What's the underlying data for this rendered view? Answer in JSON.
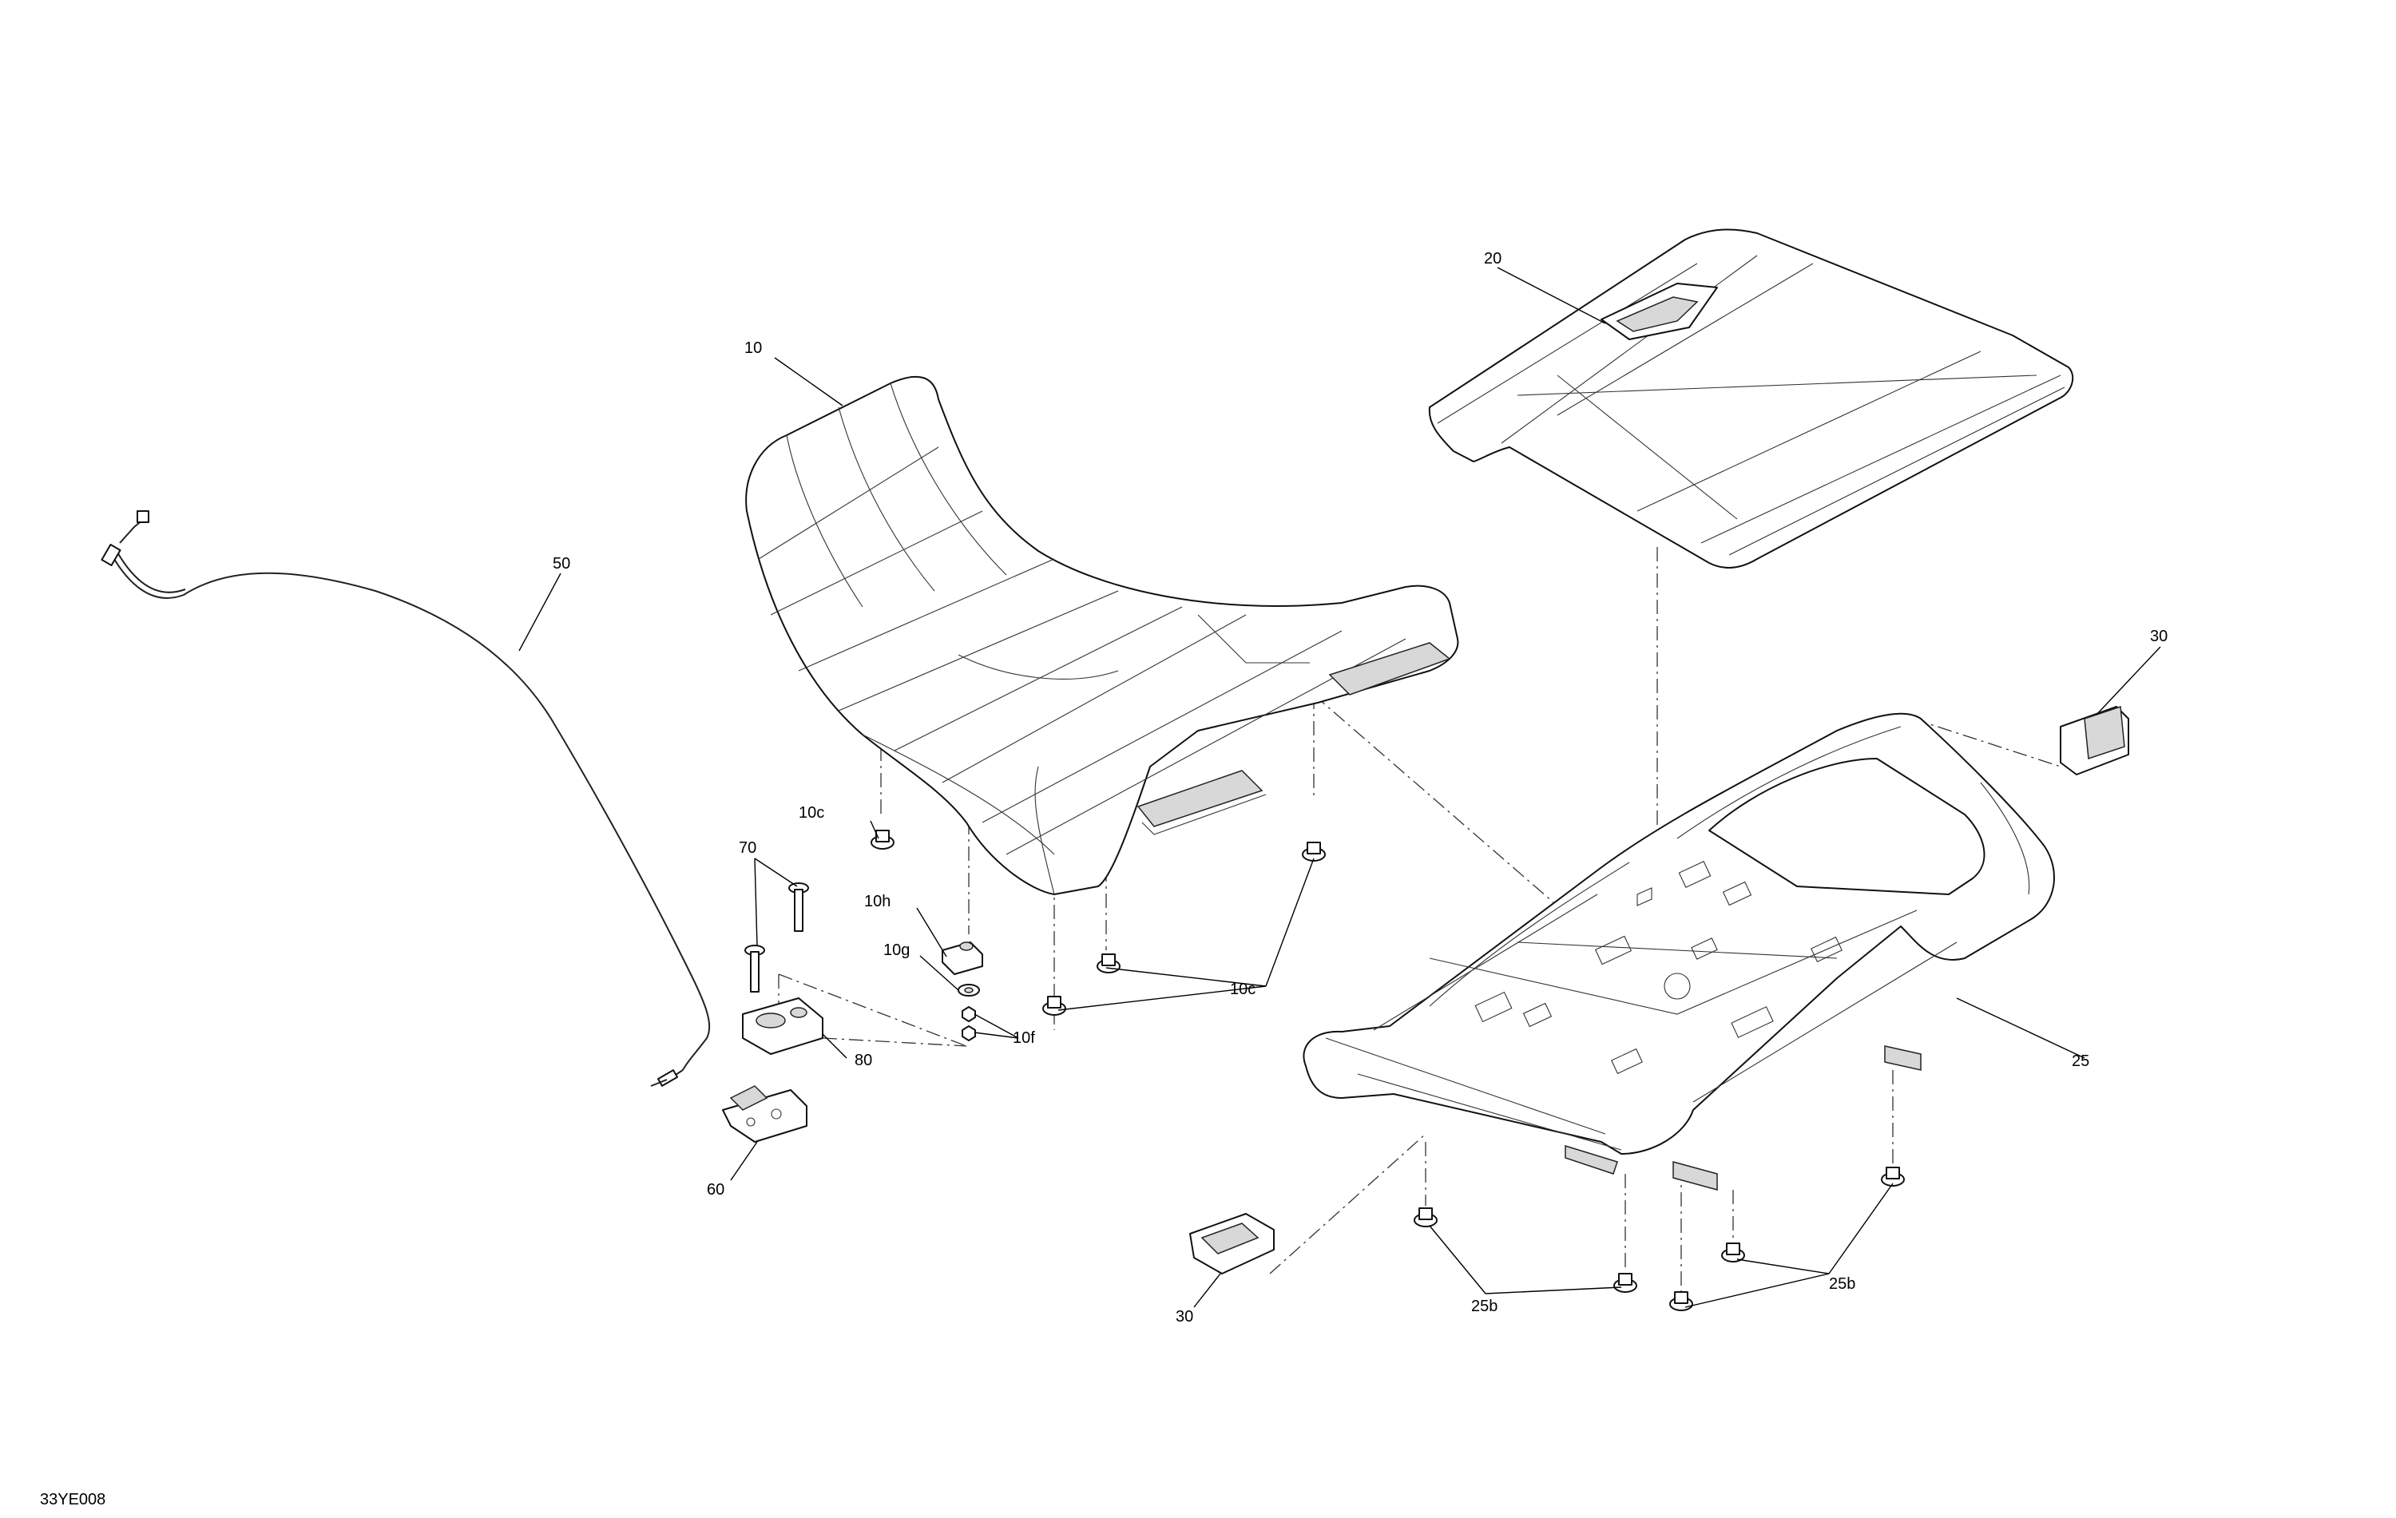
{
  "diagram_id": "33YE008",
  "callouts": {
    "seat": "10",
    "seat_bumper_left": "10c",
    "seat_bumpers_right": "10c",
    "nut_clip": "10h",
    "washer": "10g",
    "nuts": "10f",
    "storage_lid": "20",
    "frame": "25",
    "bumpers_front": "25b",
    "bumpers_rear": "25b",
    "reflector_right": "30",
    "reflector_left": "30",
    "cable": "50",
    "latch": "60",
    "screws": "70",
    "latch_bracket": "80"
  }
}
